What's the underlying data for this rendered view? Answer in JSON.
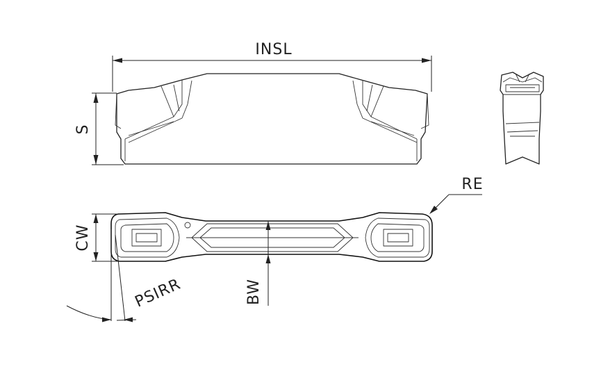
{
  "dimensions": {
    "insl": "INSL",
    "s": "S",
    "re": "RE",
    "cw": "CW",
    "bw": "BW",
    "psirr": "PSIRR"
  }
}
